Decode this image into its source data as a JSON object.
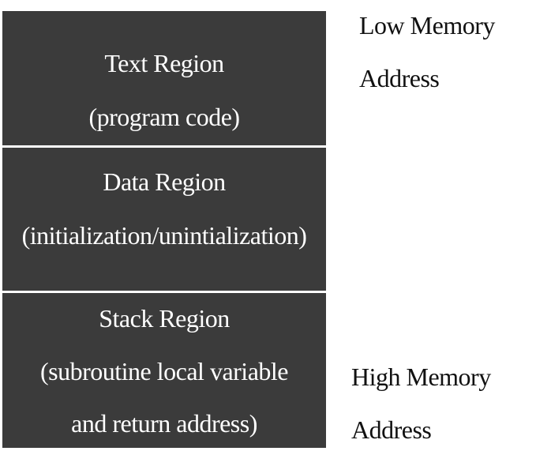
{
  "regions": {
    "text": {
      "line1": "Text Region",
      "line2": "(program code)"
    },
    "data": {
      "line1": "Data Region",
      "line2": "(initialization/unintialization)"
    },
    "stack": {
      "line1": "Stack Region",
      "line2": "(subroutine local variable",
      "line3": "and return address)"
    }
  },
  "labels": {
    "low_memory": {
      "line1": "Low Memory",
      "line2": "Address"
    },
    "high_memory": {
      "line1": "High Memory",
      "line2": "Address"
    }
  },
  "colors": {
    "region_fill": "#3b3b3b",
    "region_text": "#ffffff",
    "background": "#ffffff",
    "label_text": "#111111"
  }
}
